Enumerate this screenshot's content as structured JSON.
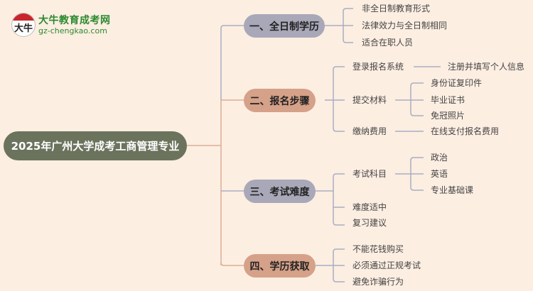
{
  "logo": {
    "badge_glyph": "大牛",
    "title": "大牛教育成考网",
    "url": "gz-chengkao.com"
  },
  "mindmap": {
    "root": "2025年广州大学成考工商管理专业",
    "branches": [
      {
        "label": "一、全日制学历",
        "color": "#a8a8b8",
        "children": [
          {
            "label": "非全日制教育形式"
          },
          {
            "label": "法律效力与全日制相同"
          },
          {
            "label": "适合在职人员"
          }
        ]
      },
      {
        "label": "二、报名步骤",
        "color": "#d5a188",
        "children": [
          {
            "label": "登录报名系统",
            "children": [
              {
                "label": "注册并填写个人信息"
              }
            ]
          },
          {
            "label": "提交材料",
            "children": [
              {
                "label": "身份证复印件"
              },
              {
                "label": "毕业证书"
              },
              {
                "label": "免冠照片"
              }
            ]
          },
          {
            "label": "缴纳费用",
            "children": [
              {
                "label": "在线支付报名费用"
              }
            ]
          }
        ]
      },
      {
        "label": "三、考试难度",
        "color": "#a8a8b8",
        "children": [
          {
            "label": "考试科目",
            "children": [
              {
                "label": "政治"
              },
              {
                "label": "英语"
              },
              {
                "label": "专业基础课"
              }
            ]
          },
          {
            "label": "难度适中"
          },
          {
            "label": "复习建议"
          }
        ]
      },
      {
        "label": "四、学历获取",
        "color": "#d5a188",
        "children": [
          {
            "label": "不能花钱购买"
          },
          {
            "label": "必须通过正规考试"
          },
          {
            "label": "避免诈骗行为"
          }
        ]
      }
    ]
  },
  "colors": {
    "background": "#fdeee2",
    "root": "#6b735d",
    "gray_branch": "#a8a8b8",
    "tan_branch": "#d5a188",
    "gray_line": "#a9adc2",
    "tan_line": "#dcae93"
  }
}
